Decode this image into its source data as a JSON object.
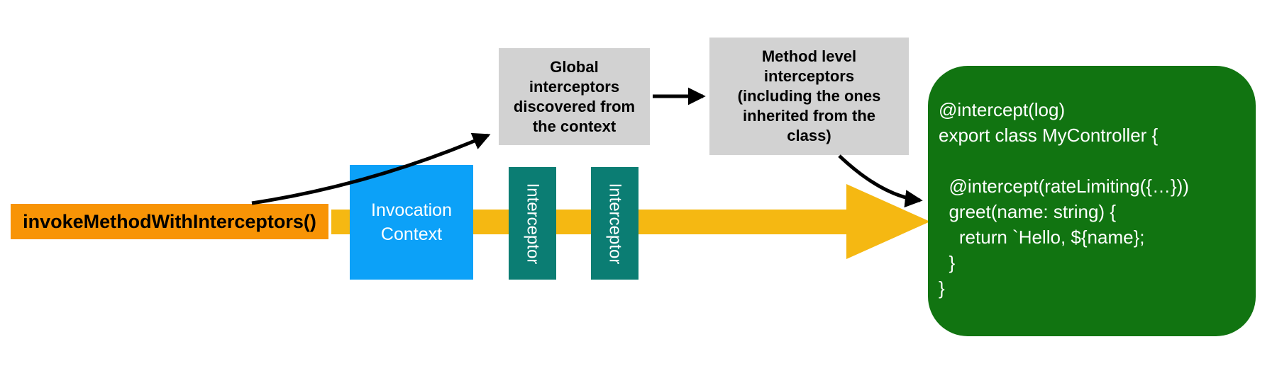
{
  "colors": {
    "background": "#FFFFFF",
    "invoke_orange": "#F89406",
    "flow_yellow": "#F5B812",
    "context_blue": "#0CA1F8",
    "interceptor_teal": "#0B7D73",
    "note_gray": "#D2D2D2",
    "controller_green": "#117411",
    "arrow_black": "#000000",
    "text_dark": "#000000",
    "text_light": "#FFFFFF"
  },
  "nodes": {
    "invoke_method": {
      "label": "invokeMethodWithInterceptors()"
    },
    "invocation_context": {
      "label": "Invocation\nContext"
    },
    "interceptors": [
      "Interceptor",
      "Interceptor"
    ],
    "global_interceptors": {
      "label": "Global\ninterceptors\ndiscovered from\nthe context"
    },
    "method_interceptors": {
      "label": "Method level\ninterceptors\n(including the ones\ninherited from the\nclass)"
    },
    "controller_code": {
      "code": "@intercept(log)\nexport class MyController {\n\n  @intercept(rateLimiting({…}))\n  greet(name: string) {\n    return `Hello, ${name};\n  }\n}"
    }
  }
}
